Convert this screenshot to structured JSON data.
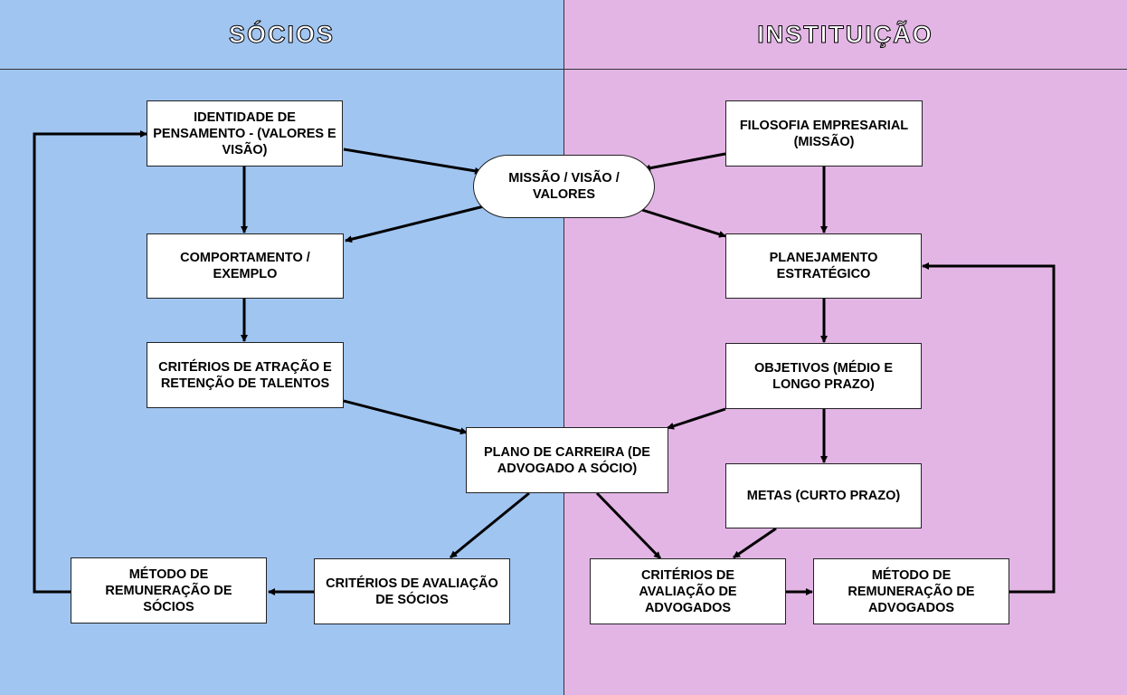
{
  "columns": {
    "left_title": "SÓCIOS",
    "right_title": "INSTITUIÇÃO",
    "left_color": "#a1c5f1",
    "right_color": "#e3b5e5"
  },
  "nodes": {
    "identidade": "IDENTIDADE DE PENSAMENTO - (VALORES E VISÃO)",
    "missao_visao": "MISSÃO / VISÃO / VALORES",
    "filosofia": "FILOSOFIA EMPRESARIAL (MISSÃO)",
    "comportamento": "COMPORTAMENTO / EXEMPLO",
    "planejamento": "PLANEJAMENTO ESTRATÉGICO",
    "criterios_atracao": "CRITÉRIOS DE ATRAÇÃO E RETENÇÃO DE TALENTOS",
    "objetivos": "OBJETIVOS (MÉDIO E LONGO PRAZO)",
    "plano_carreira": "PLANO DE CARREIRA (DE ADVOGADO A SÓCIO)",
    "metas": "METAS (CURTO PRAZO)",
    "metodo_socios": "MÉTODO DE REMUNERAÇÃO DE SÓCIOS",
    "criterios_socios": "CRITÉRIOS DE AVALIAÇÃO DE SÓCIOS",
    "criterios_advogados": "CRITÉRIOS DE AVALIAÇÃO DE ADVOGADOS",
    "metodo_advogados": "MÉTODO DE REMUNERAÇÃO DE ADVOGADOS"
  }
}
